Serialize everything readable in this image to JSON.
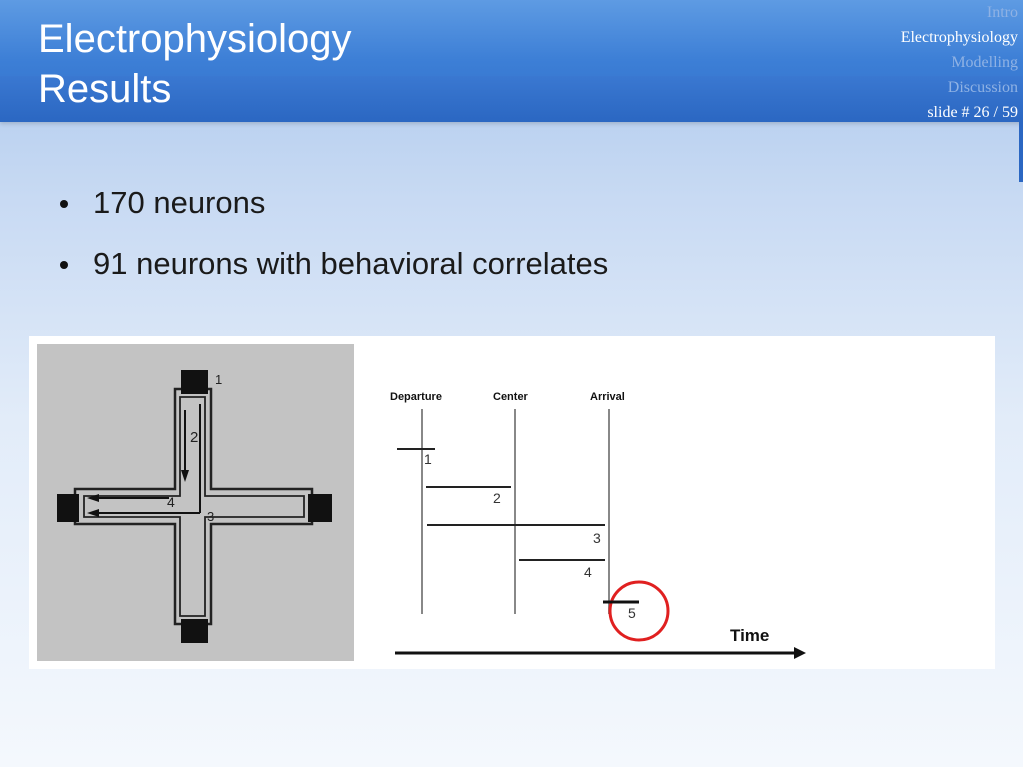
{
  "slide": {
    "title_line1": "Electrophysiology",
    "title_line2": "Results",
    "nav": {
      "intro": "Intro",
      "electrophysiology": "Electrophysiology",
      "modelling": "Modelling",
      "discussion": "Discussion",
      "slide_number": "slide # 26 / 59"
    },
    "bullets": [
      "170 neurons",
      "91 neurons with behavioral correlates"
    ]
  },
  "figure": {
    "maze_labels": [
      "1",
      "2",
      "3",
      "4"
    ],
    "timeline": {
      "column_labels": [
        "Departure",
        "Center",
        "Arrival"
      ],
      "event_labels": [
        "1",
        "2",
        "3",
        "4",
        "5"
      ],
      "axis_label": "Time",
      "highlight_color": "#e02020"
    }
  },
  "colors": {
    "header": "#3d7fd6",
    "title_text": "#ffffff",
    "nav_dim": "#8fb2e4"
  }
}
